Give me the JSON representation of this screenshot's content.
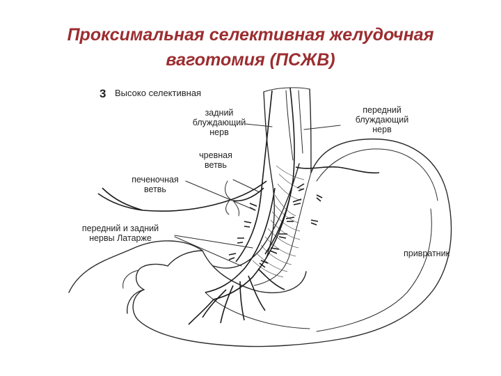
{
  "title": {
    "line1": "Проксимальная селективная желудочная",
    "line2": "ваготомия (ПСЖВ)",
    "color": "#9b2d30"
  },
  "figure": {
    "panel_number": "3",
    "panel_caption": "Высоко селективная",
    "labels": {
      "posterior_vagus": [
        "задний",
        "блуждающий",
        "нерв"
      ],
      "anterior_vagus": [
        "передний",
        "блуждающий",
        "нерв"
      ],
      "celiac_branch": [
        "чревная",
        "ветвь"
      ],
      "hepatic_branch": [
        "печеночная",
        "ветвь"
      ],
      "latarjet_nerves": [
        "передний и задний",
        "нервы Латарже"
      ],
      "pylorus": [
        "привратник"
      ]
    }
  }
}
